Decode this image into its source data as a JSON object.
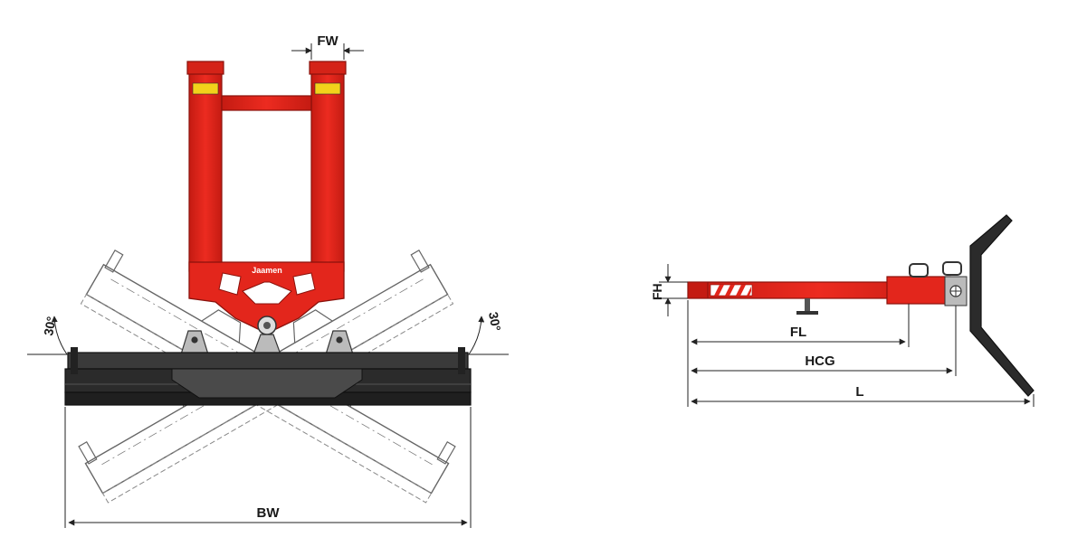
{
  "dimensions": {
    "fw": "FW",
    "fh": "FH",
    "fl": "FL",
    "hcg": "HCG",
    "l": "L",
    "bw": "BW",
    "angle_left": "30°",
    "angle_right": "30°"
  },
  "brand_mark": "Jaamen",
  "colors": {
    "frame_red": "#e3261c",
    "frame_dark_red": "#a81610",
    "blade_black": "#2b2b2b",
    "ghost_outline": "#666666",
    "dimension_line": "#222222"
  }
}
